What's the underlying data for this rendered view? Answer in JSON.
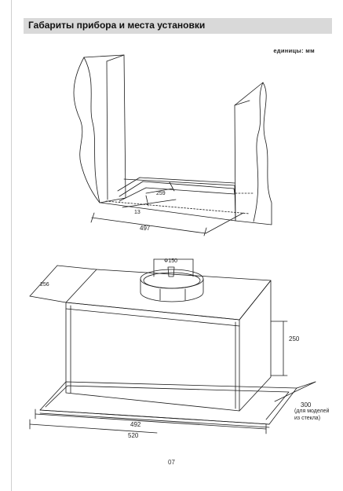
{
  "header": {
    "title": "Габариты прибора и места установки"
  },
  "units_label": "единицы: мм",
  "installation_niche": {
    "dim_depth": "259",
    "dim_offset": "13",
    "dim_width": "497"
  },
  "hood": {
    "duct_label": "Ф150",
    "dim_depth": "256",
    "dim_height": "250",
    "dim_glass_depth": "300",
    "dim_glass_note_line1": "(для моделей",
    "dim_glass_note_line2": "из стекла)",
    "dim_inner_width": "492",
    "dim_outer_width": "520"
  },
  "footer": {
    "page_number": "07"
  },
  "colors": {
    "header_bg": "#d9d9d9",
    "line": "#1a1a1a",
    "rule": "#cfcfcf"
  }
}
